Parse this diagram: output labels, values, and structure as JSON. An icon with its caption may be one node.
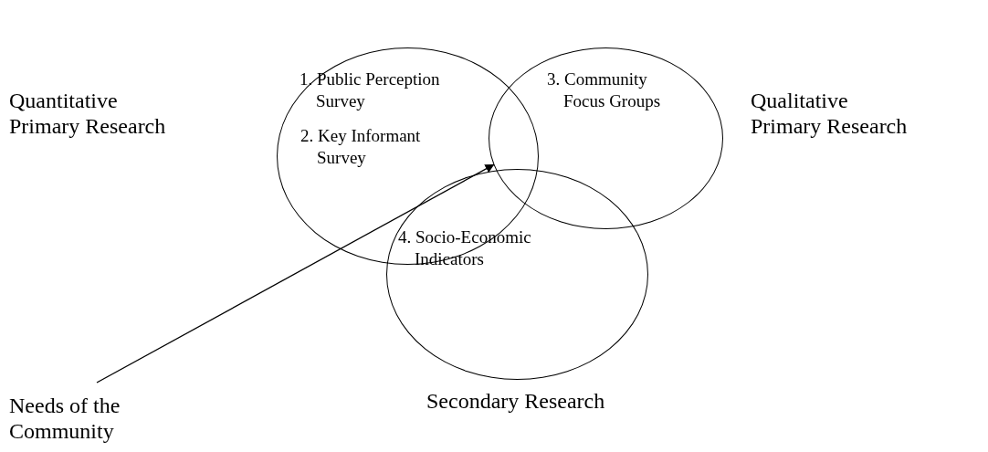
{
  "diagram": {
    "nodes": [
      {
        "text": [
          "1. Public Perception Survey",
          "2.  Key Informant Survey"
        ]
      },
      {
        "text": [
          "3. Community Focus Groups"
        ]
      },
      {
        "text": [
          "4.  Socio-Economic Indicators"
        ]
      },
      {
        "text": [
          "Needs of the Community"
        ]
      }
    ],
    "edges": [
      {
        "from": 3,
        "to": 1,
        "arrow": "to"
      }
    ],
    "labels": [
      "Quantitative Primary Research",
      "Qualitative Primary Research",
      "Secondary Research"
    ]
  }
}
